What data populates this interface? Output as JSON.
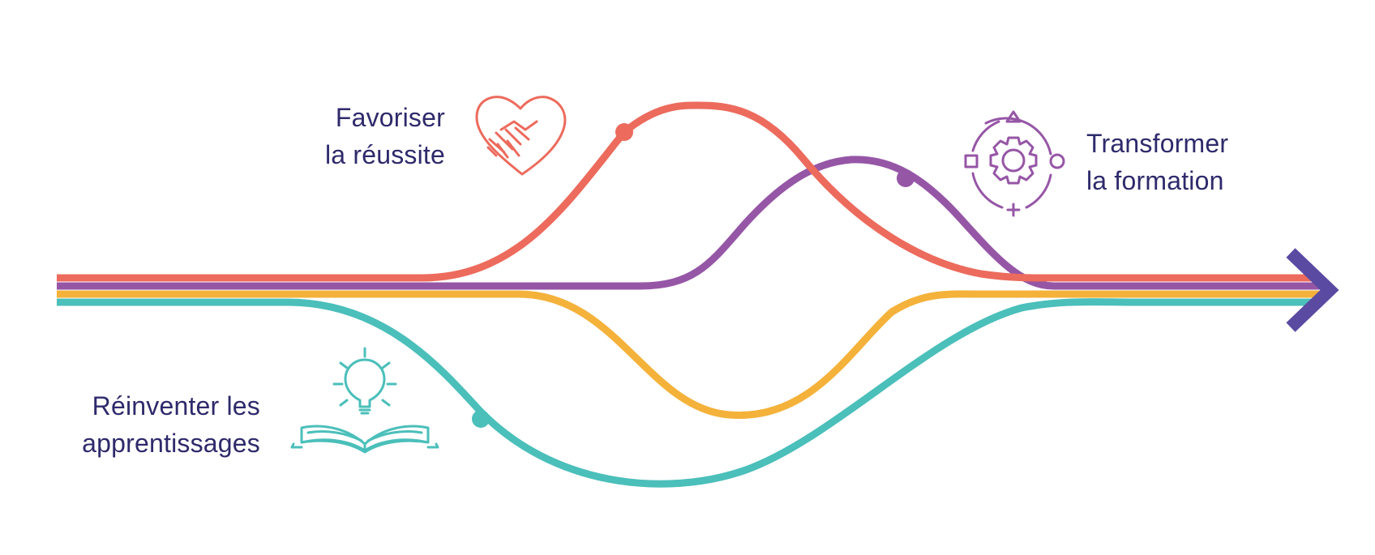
{
  "colors": {
    "coral": "#ec6b5d",
    "purple": "#9656a6",
    "gold": "#f4b23b",
    "teal": "#4bbfba",
    "text": "#2e2a6b",
    "arrow": "#5a4aa2"
  },
  "labels": {
    "reussite": [
      "Favoriser",
      "la réussite"
    ],
    "formation": [
      "Transformer",
      "la formation"
    ],
    "apprentissages": [
      "Réinventer les",
      "apprentissages"
    ]
  },
  "icons": {
    "reussite": "handshake-heart-icon",
    "formation": "gear-cycle-icon",
    "apprentissages": "lightbulb-book-icon"
  }
}
